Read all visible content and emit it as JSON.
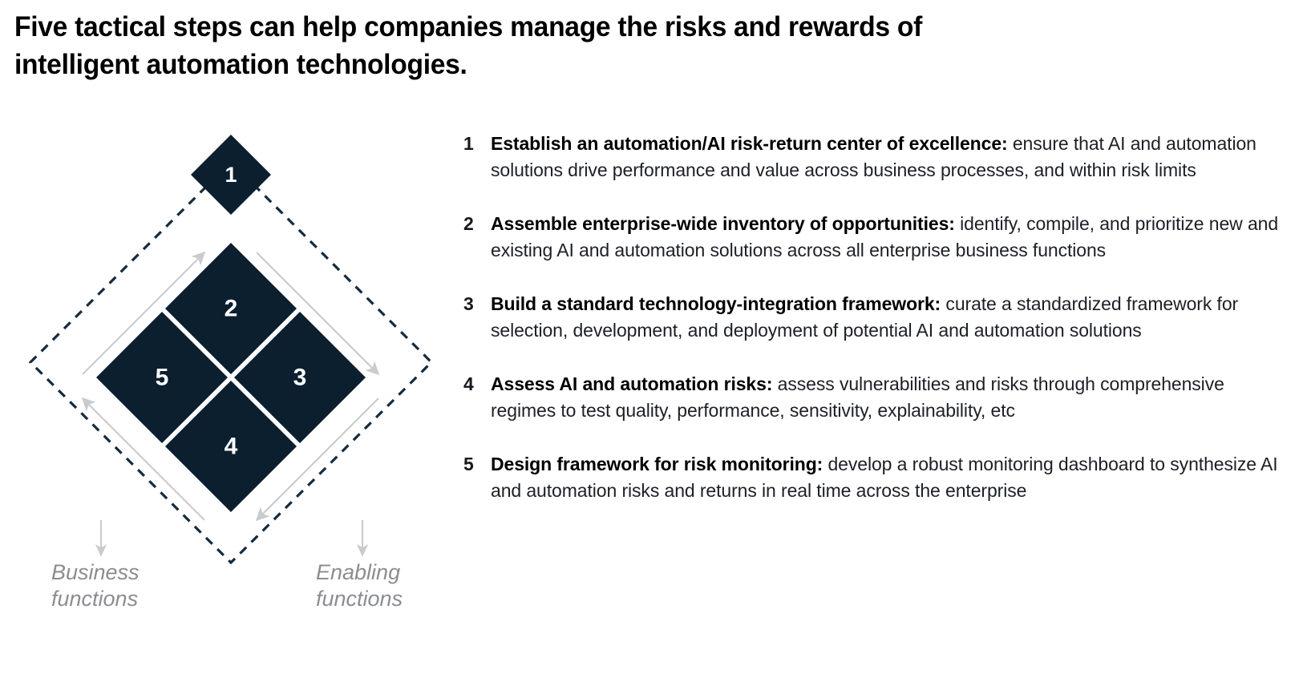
{
  "title": {
    "line1": "Five tactical steps can help companies manage the risks and rewards of",
    "line2": "intelligent automation technologies."
  },
  "diagram": {
    "nodes": [
      {
        "id": "node-1",
        "label": "1"
      },
      {
        "id": "node-2",
        "label": "2"
      },
      {
        "id": "node-3",
        "label": "3"
      },
      {
        "id": "node-4",
        "label": "4"
      },
      {
        "id": "node-5",
        "label": "5"
      }
    ],
    "axis_labels": {
      "left": "Business\nfunctions",
      "right": "Enabling\nfunctions"
    },
    "colors": {
      "node_fill": "#0b1f2f",
      "node_text": "#ffffff",
      "dashed_outline": "#152a3d",
      "cycle_arrow": "#c9cbcd",
      "axis_arrow": "#c9cbcd",
      "axis_label_text": "#8b8d90"
    }
  },
  "steps": [
    {
      "num": "1",
      "title": "Establish an automation/AI risk-return center of excellence:",
      "desc": " ensure that AI and automation solutions drive performance and value across business processes, and within risk limits"
    },
    {
      "num": "2",
      "title": "Assemble enterprise-wide inventory of opportunities:",
      "desc": " identify, compile, and prioritize new and existing AI and automation solutions across all enterprise business functions"
    },
    {
      "num": "3",
      "title": "Build a standard technology-integration framework:",
      "desc": " curate a standardized framework for selection, development, and deployment of potential AI and automation solutions"
    },
    {
      "num": "4",
      "title": "Assess AI and automation risks:",
      "desc": " assess vulnerabilities and risks through comprehensive regimes to test quality, performance, sensitivity, explainability, etc"
    },
    {
      "num": "5",
      "title": "Design framework for risk monitoring:",
      "desc": " develop a robust monitoring dashboard to synthesize AI and automation risks and returns in real time across the enterprise"
    }
  ]
}
